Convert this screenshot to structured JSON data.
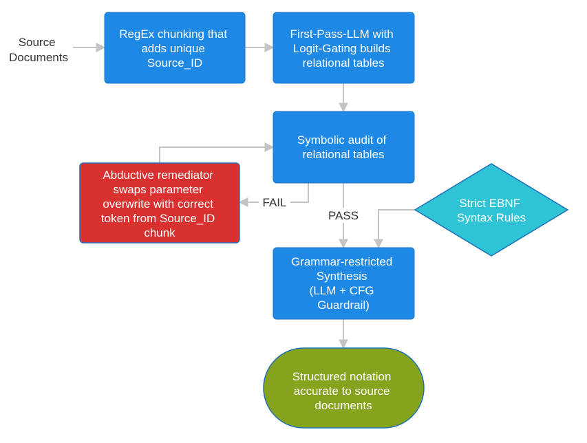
{
  "colors": {
    "process_fill": "#1e88e5",
    "process_stroke": "#1a73c8",
    "remediator_fill": "#d93030",
    "remediator_stroke": "#2a6fb8",
    "rules_fill": "#2ec4d6",
    "rules_stroke": "#1e6fb8",
    "output_fill": "#86a31e",
    "output_stroke": "#1e6fb8",
    "edge": "#c4c4c4"
  },
  "source": {
    "lines": [
      "Source",
      "Documents"
    ]
  },
  "nodes": {
    "chunking": {
      "lines": [
        "RegEx chunking that",
        "adds unique",
        "Source_ID"
      ]
    },
    "first_pass": {
      "lines": [
        "First-Pass-LLM with",
        "Logit-Gating builds",
        "relational tables"
      ]
    },
    "audit": {
      "lines": [
        "Symbolic audit of",
        "relational tables"
      ]
    },
    "remediator": {
      "lines": [
        "Abductive remediator",
        "swaps parameter",
        "overwrite with correct",
        "token from Source_ID",
        "chunk"
      ]
    },
    "rules": {
      "lines": [
        "Strict EBNF",
        "Syntax Rules"
      ]
    },
    "synthesis": {
      "lines": [
        "Grammar-restricted",
        "Synthesis",
        "(LLM + CFG",
        "Guardrail)"
      ]
    },
    "output": {
      "lines": [
        "Structured notation",
        "accurate to source",
        "documents"
      ]
    }
  },
  "edges": {
    "fail_label": "FAIL",
    "pass_label": "PASS"
  }
}
